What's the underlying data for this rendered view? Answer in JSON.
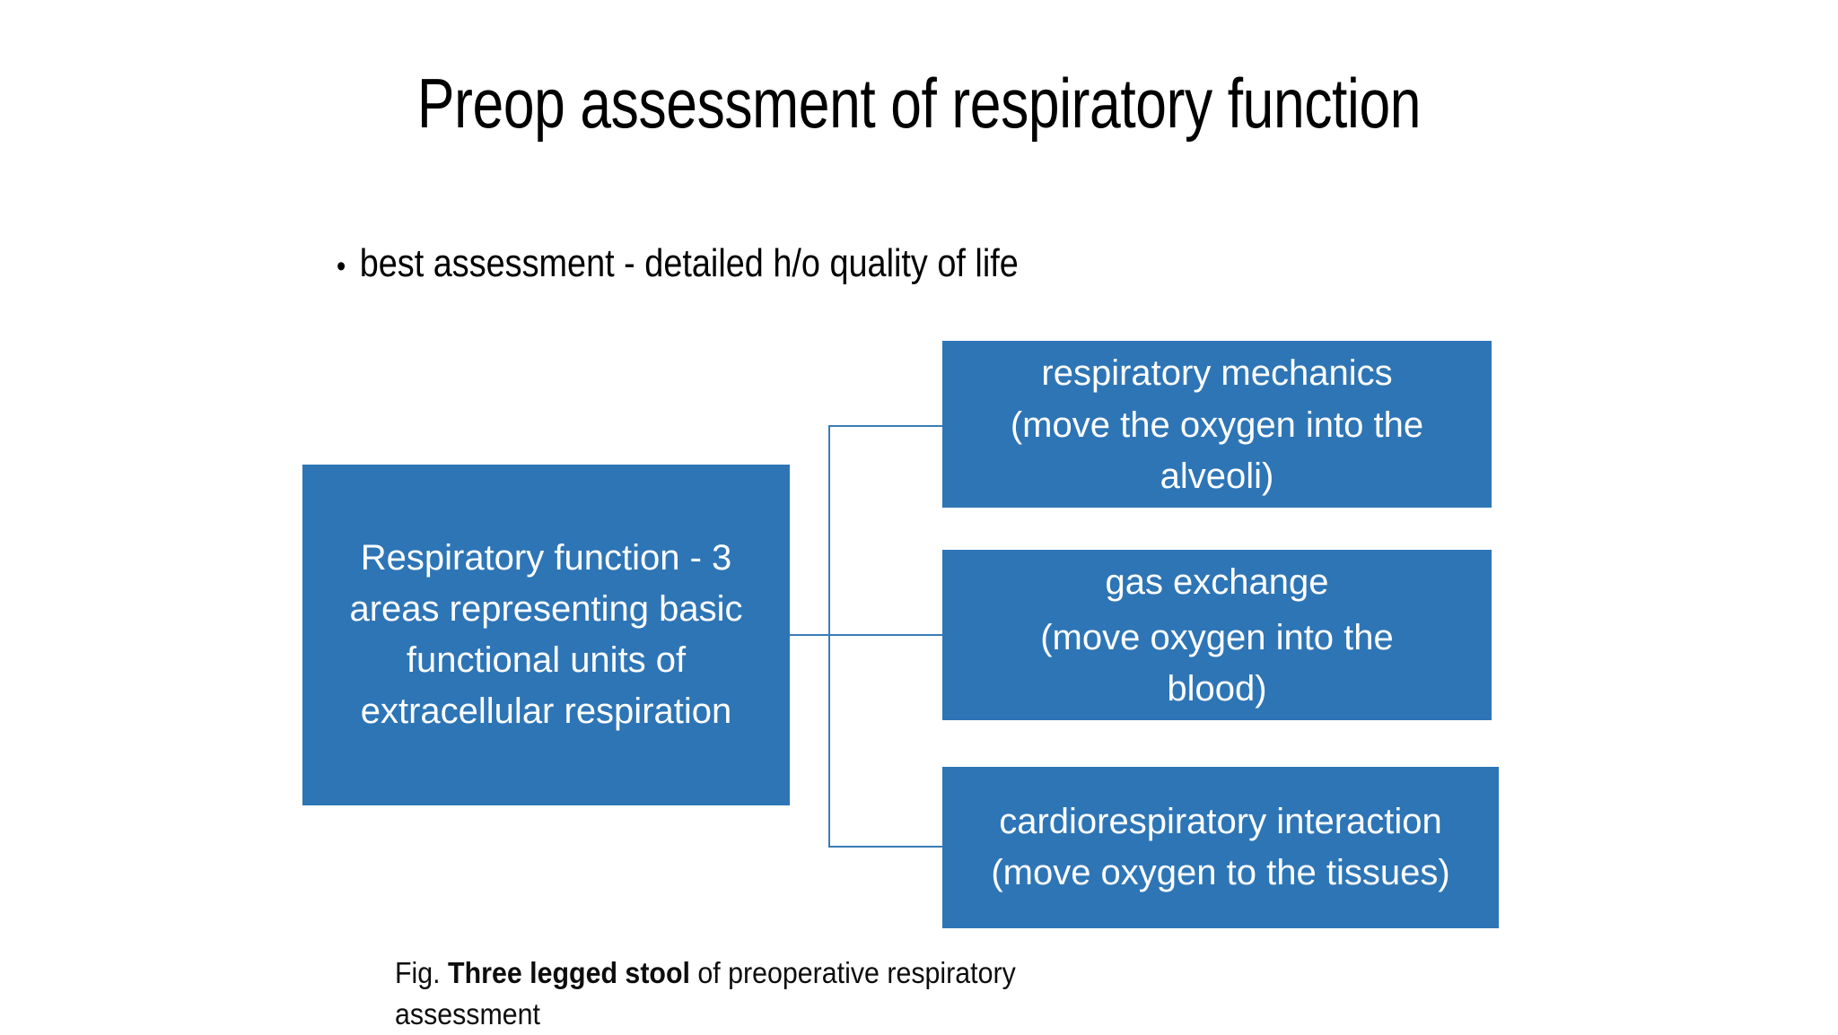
{
  "slide": {
    "title": "Preop assessment of respiratory function",
    "bullet": {
      "glyph": "•",
      "text": "best assessment - detailed h/o  quality of life"
    },
    "caption": {
      "prefix": "Fig. ",
      "bold": "Three legged stool",
      "suffix": " of preoperative respiratory assessment"
    }
  },
  "colors": {
    "node_fill": "#2E75B6",
    "node_text": "#FFFFFF",
    "connector": "#3B7CB5",
    "background": "#FFFFFF",
    "body_text": "#000000"
  },
  "diagram": {
    "root": {
      "lines": [
        "Respiratory function - 3",
        "areas representing basic",
        "functional units of",
        "extracellular respiration"
      ]
    },
    "branches": [
      {
        "id": "respiratory-mechanics",
        "heading": "respiratory mechanics",
        "detail_lines": [
          "(move the oxygen into the",
          "alveoli)"
        ]
      },
      {
        "id": "gas-exchange",
        "heading": "gas exchange",
        "detail_lines": [
          "(move oxygen into the",
          "blood)"
        ]
      },
      {
        "id": "cardiorespiratory-interaction",
        "heading": "cardiorespiratory interaction",
        "detail_lines": [
          "(move oxygen to the tissues)"
        ]
      }
    ]
  }
}
